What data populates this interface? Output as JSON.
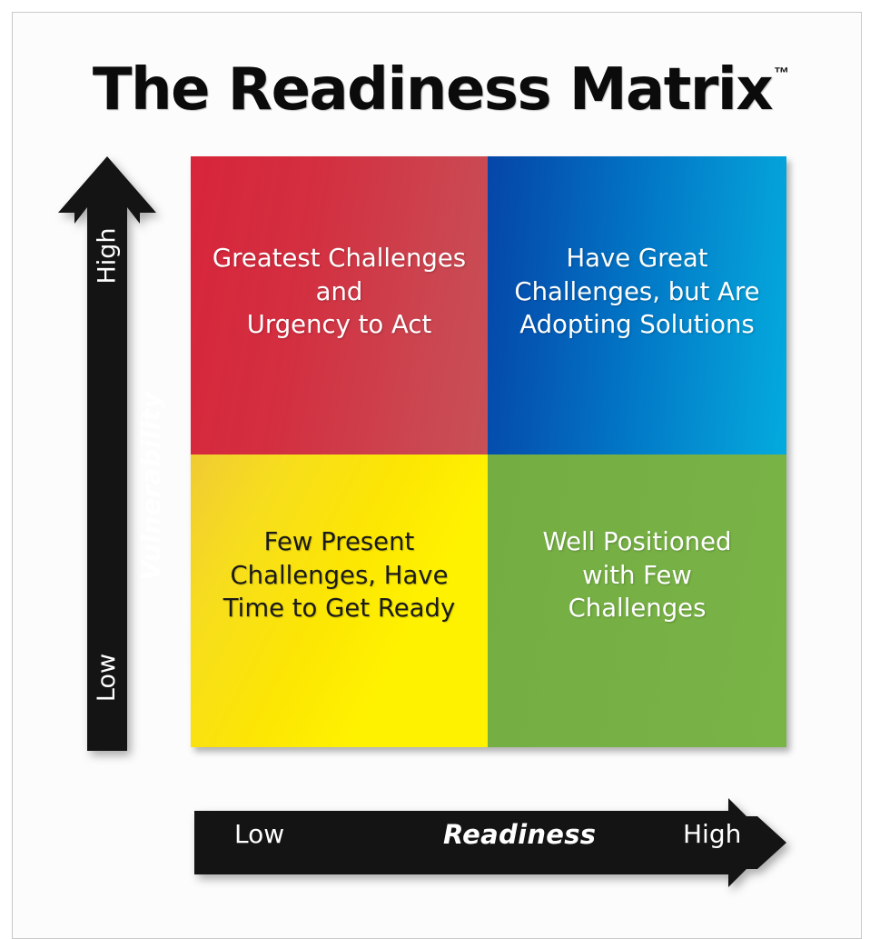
{
  "title": {
    "text": "The Readiness Matrix",
    "trademark": "™"
  },
  "axes": {
    "vertical": {
      "name": "Vulnerability",
      "low_label": "Low",
      "high_label": "High",
      "direction": "up",
      "color": "#141414"
    },
    "horizontal": {
      "name": "Readiness",
      "low_label": "Low",
      "high_label": "High",
      "direction": "right",
      "color": "#141414"
    }
  },
  "matrix": {
    "quadrants": [
      {
        "id": "high-vulnerability-low-readiness",
        "position": "top-left",
        "text": "Greatest Challenges\nand\nUrgency to Act",
        "fill_start": "#d8253b",
        "fill_end": "#c85057",
        "text_color": "#ffffff"
      },
      {
        "id": "high-vulnerability-high-readiness",
        "position": "top-right",
        "text": "Have Great\nChallenges, but Are\nAdopting Solutions",
        "fill_start": "#0546a8",
        "fill_end": "#03abde",
        "text_color": "#ffffff"
      },
      {
        "id": "low-vulnerability-low-readiness",
        "position": "bottom-left",
        "text": "Few Present\nChallenges, Have\nTime to Get Ready",
        "fill_start": "#f0cb33",
        "fill_end": "#fff200",
        "text_color": "#1a1a18"
      },
      {
        "id": "low-vulnerability-high-readiness",
        "position": "bottom-right",
        "text": "Well Positioned\nwith Few\nChallenges",
        "fill_start": "#74ae42",
        "fill_end": "#79b447",
        "text_color": "#ffffff"
      }
    ]
  },
  "chart_data": {
    "type": "table",
    "title": "The Readiness Matrix™",
    "xlabel": "Readiness",
    "ylabel": "Vulnerability",
    "x_ticks": [
      "Low",
      "High"
    ],
    "y_ticks": [
      "Low",
      "High"
    ],
    "grid": false,
    "legend": "none",
    "cells": [
      {
        "x": "Low",
        "y": "High",
        "label": "Greatest Challenges and Urgency to Act",
        "color": "#d8253b"
      },
      {
        "x": "High",
        "y": "High",
        "label": "Have Great Challenges, but Are Adopting Solutions",
        "color": "#0570c2"
      },
      {
        "x": "Low",
        "y": "Low",
        "label": "Few Present Challenges, Have Time to Get Ready",
        "color": "#fff200"
      },
      {
        "x": "High",
        "y": "Low",
        "label": "Well Positioned with Few Challenges",
        "color": "#77b145"
      }
    ]
  }
}
